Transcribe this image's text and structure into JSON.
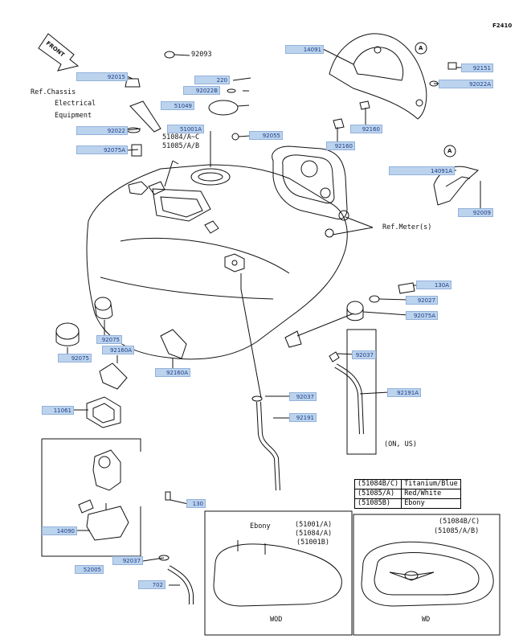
{
  "figure_code": "F2410",
  "front_label": "FRONT",
  "parts": {
    "p92093": "92093",
    "p92015": "92015",
    "p220": "220",
    "p92022B": "92022B",
    "p51049": "51049",
    "p92022": "92022",
    "p51001A": "51001A",
    "p92055": "92055",
    "p92075A_left": "92075A",
    "p14091": "14091",
    "p92151": "92151",
    "p92022A": "92022A",
    "p92160": "92160",
    "p92160_b": "92160",
    "p14091A": "14091A",
    "p92009": "92009",
    "p130A": "130A",
    "p92027": "92027",
    "p92075A_right": "92075A",
    "p92075_a": "92075",
    "p92075_b": "92075",
    "p92160A_a": "92160A",
    "p92160A_b": "92160A",
    "p92037_right": "92037",
    "p92191A": "92191A",
    "p92037_mid": "92037",
    "p11061": "11061",
    "p92191": "92191",
    "p130": "130",
    "p14090": "14090",
    "p52005": "52005",
    "p92037_low": "92037",
    "p702": "702"
  },
  "text": {
    "ref_chassis_1": "Ref.Chassis",
    "ref_chassis_2": "Electrical",
    "ref_chassis_3": "Equipment",
    "tank_codes_1": "51084/A~C",
    "tank_codes_2": "51085/A/B",
    "ref_meter": "Ref.Meter(s)",
    "callout_a1": "A",
    "callout_a2": "A",
    "on_us": "(ON, US)",
    "ebony": "Ebony",
    "wod_codes_1": "(51001/A)",
    "wod_codes_2": "(51084/A)",
    "wod_codes_3": "(51001B)",
    "wd_codes_1": "(51084B/C)",
    "wd_codes_2": "(51085/A/B)",
    "wod": "WOD",
    "wd": "WD"
  },
  "color_table": [
    {
      "code": "(51084B/C)",
      "color": "Titanium/Blue"
    },
    {
      "code": "(51085/A)",
      "color": "Red/White"
    },
    {
      "code": "(51085B)",
      "color": "Ebony"
    }
  ],
  "colors": {
    "label_fill": "#bcd3ee",
    "label_border": "#93b1da",
    "label_text": "#1e3f86",
    "line": "#111111"
  }
}
